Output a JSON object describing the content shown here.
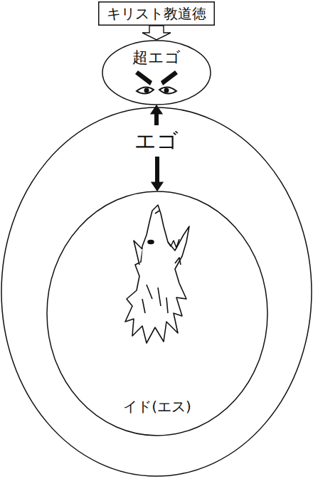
{
  "diagram": {
    "nodes": [
      {
        "text": [
          "キリスト教道徳"
        ]
      },
      {
        "text": [
          "超エゴ"
        ]
      },
      {
        "text": [
          "エゴ"
        ]
      },
      {
        "text": [
          "イド(エス)"
        ],
        "in": 2
      }
    ],
    "edges": [
      {
        "from": 0,
        "to": 1,
        "arrow": "to"
      },
      {
        "from": 2,
        "to": 1,
        "arrow": "to"
      },
      {
        "from": 2,
        "to": 3,
        "arrow": "to"
      }
    ]
  }
}
